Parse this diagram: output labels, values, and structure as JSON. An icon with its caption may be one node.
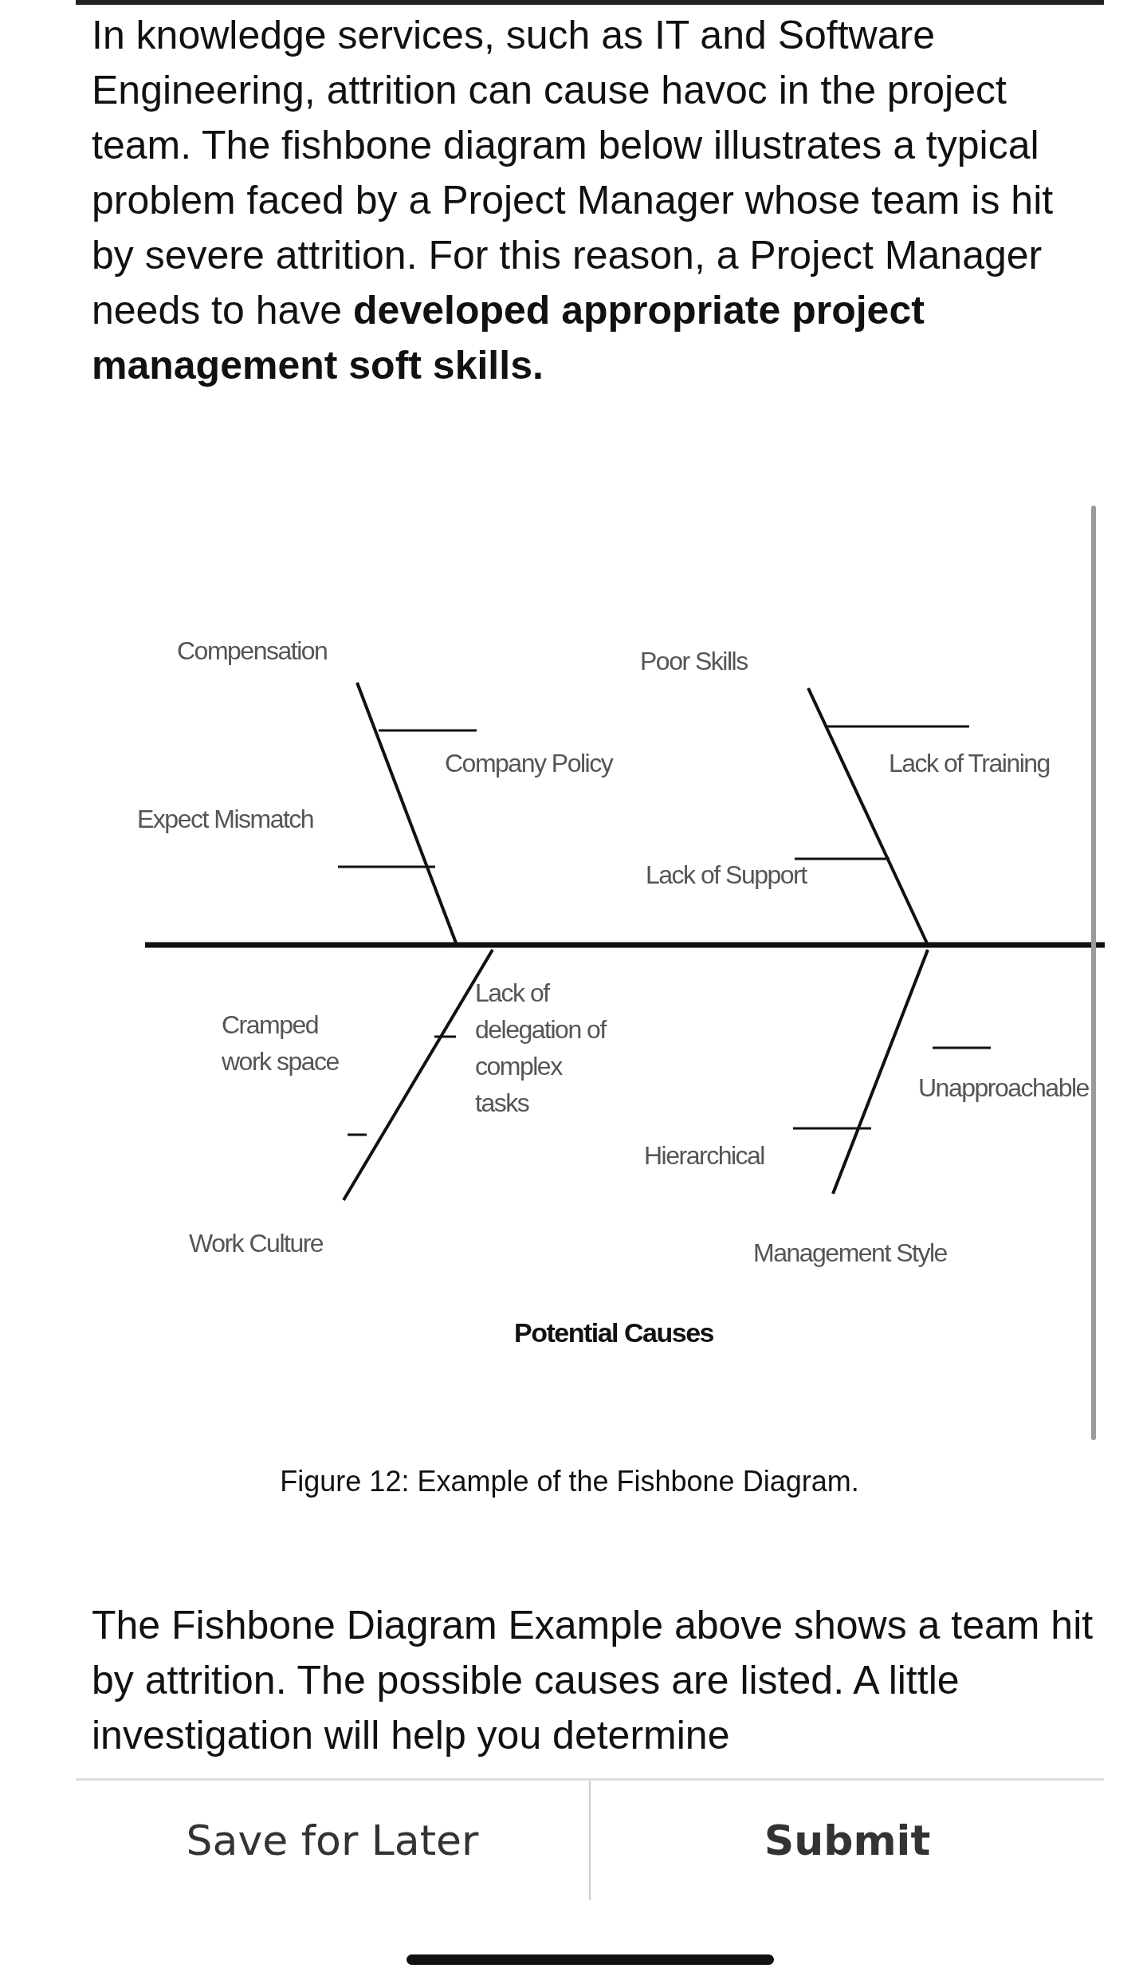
{
  "diagram": {
    "caption": "Figure 12: Example of the Fishbone Diagram.",
    "labels": [
      "In knowledge services, such as IT and Software Engineering, attrition can cause havoc in the project team. The fishbone diagram below illustrates a typical problem faced by a Project Manager whose team is hit by severe attrition. For this reason, a Project Manager needs to have **developed appropriate project management soft skills.**",
      "Compensation",
      "Poor Skills",
      "Company Policy",
      "Lack of Training",
      "Expect Mismatch",
      "Lack of Support",
      "Lack of delegation of complex tasks",
      "Cramped work space",
      "Unapproachable",
      "Hierarchical",
      "Work Culture",
      "Management Style",
      "Potential Causes",
      "The Fishbone Diagram Example above shows a team hit by attrition. The possible causes are listed. A little investigation will help you determine",
      "Save for Later",
      "Submit"
    ]
  }
}
